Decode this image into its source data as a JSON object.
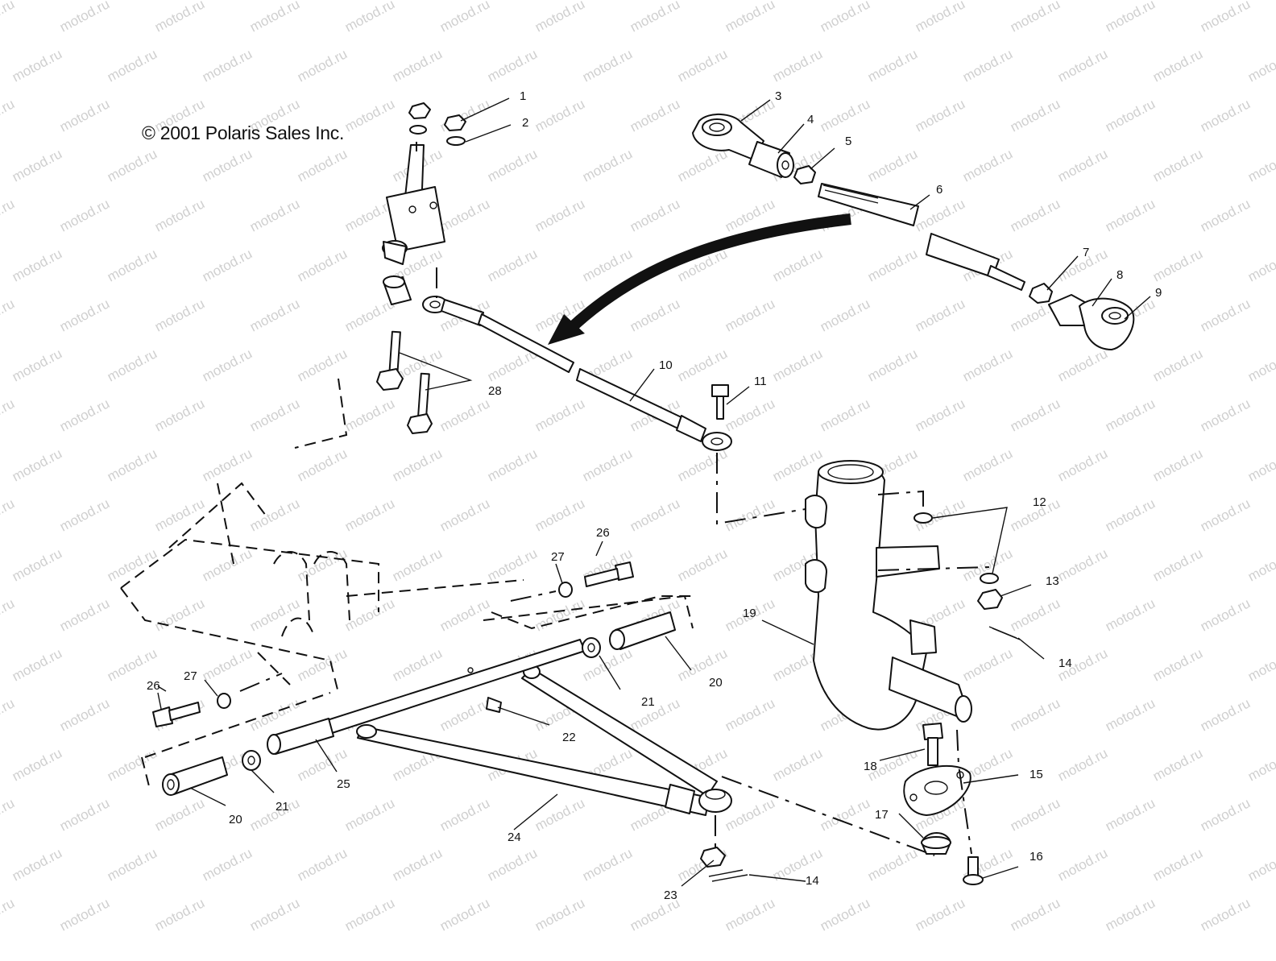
{
  "copyright": "© 2001 Polaris Sales Inc.",
  "watermark": "motod.ru",
  "callouts": [
    "1",
    "2",
    "3",
    "4",
    "5",
    "6",
    "7",
    "8",
    "9",
    "10",
    "11",
    "12",
    "13",
    "14",
    "14",
    "15",
    "16",
    "17",
    "18",
    "19",
    "20",
    "20",
    "21",
    "21",
    "22",
    "23",
    "24",
    "25",
    "26",
    "26",
    "27",
    "27",
    "28"
  ],
  "colors": {
    "ink": "#111111",
    "watermark": "#cfcfcf",
    "background": "#ffffff"
  }
}
